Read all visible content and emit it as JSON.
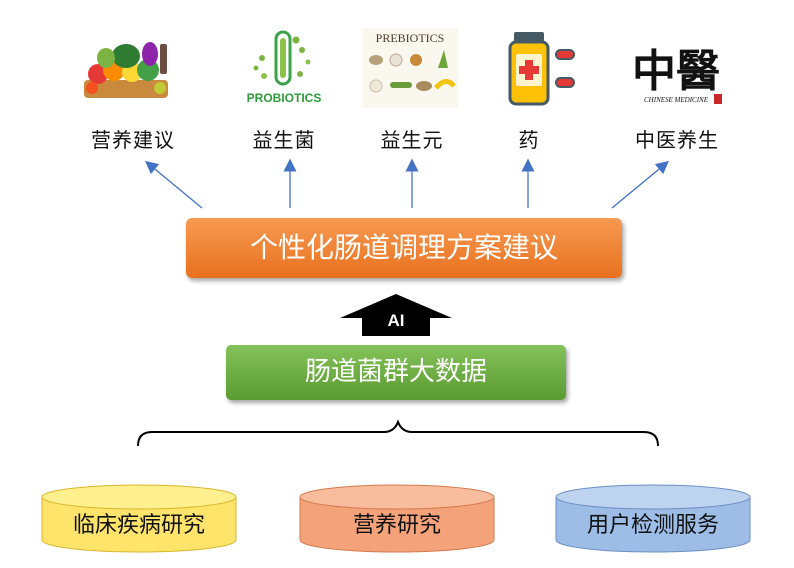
{
  "top_items": [
    {
      "label": "营养建议",
      "icon": "vegetables-icon"
    },
    {
      "label": "益生菌",
      "icon": "probiotics-logo-icon",
      "logo_text": "PROBIOTICS"
    },
    {
      "label": "益生元",
      "icon": "prebiotics-foods-icon",
      "logo_text": "PREBIOTICS"
    },
    {
      "label": "药",
      "icon": "medicine-bottle-icon"
    },
    {
      "label": "中医养生",
      "icon": "chinese-medicine-logo-icon",
      "logo_text": "CHINESE MEDICINE"
    }
  ],
  "main_box": {
    "label": "个性化肠道调理方案建议",
    "color": "#ee7b2e"
  },
  "ai_arrow": {
    "label": "AI"
  },
  "data_box": {
    "label": "肠道菌群大数据",
    "color": "#6aab3f"
  },
  "sources": [
    {
      "label": "临床疾病研究",
      "color": "#ffe46b"
    },
    {
      "label": "营养研究",
      "color": "#f4a27a"
    },
    {
      "label": "用户检测服务",
      "color": "#9dbde6"
    }
  ]
}
